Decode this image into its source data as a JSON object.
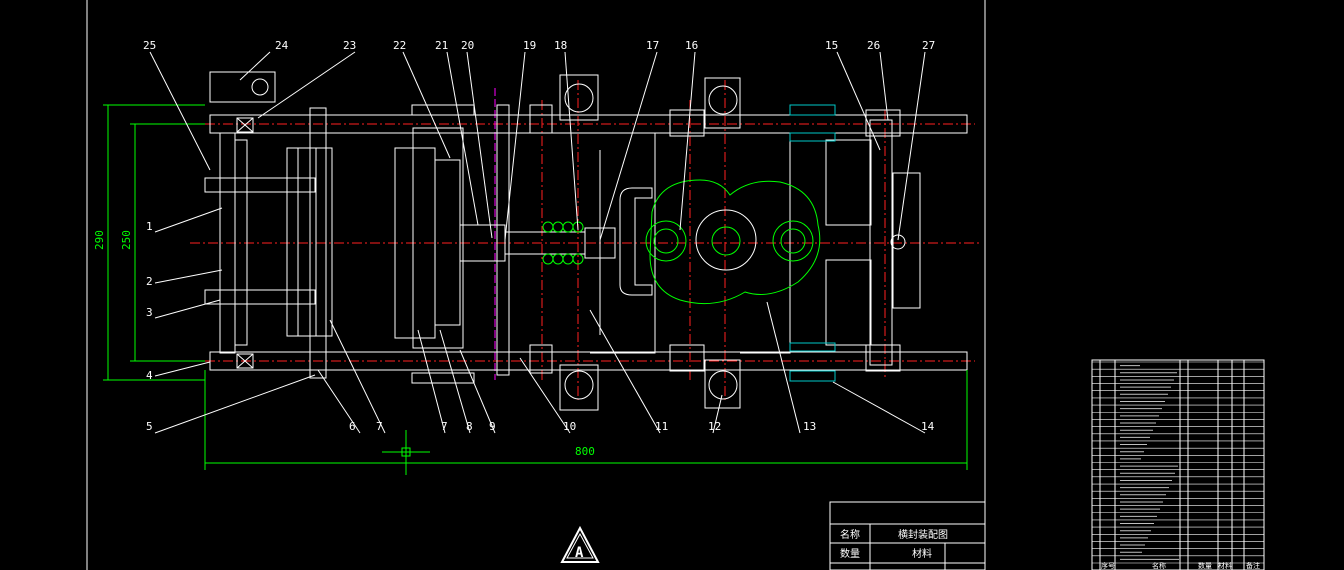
{
  "colors": {
    "background": "#000000",
    "outline": "#ffffff",
    "centerline": "#ff2020",
    "dimension": "#00ff00",
    "hatch": "#00c8c8",
    "gear": "#00ff00",
    "magenta": "#ff00ff",
    "yellow_dot": "#ffff00"
  },
  "drawing": {
    "part_numbers_top": [
      "25",
      "24",
      "23",
      "22",
      "21",
      "20",
      "19",
      "18",
      "17",
      "16",
      "15",
      "26",
      "27"
    ],
    "part_numbers_left": [
      "1",
      "2",
      "3",
      "4",
      "5"
    ],
    "part_numbers_bottom": [
      "6",
      "7",
      "7",
      "8",
      "9",
      "10",
      "11",
      "12",
      "13",
      "14"
    ],
    "dimensions": {
      "total_height": "290",
      "inner_height": "250",
      "total_length": "800"
    },
    "view_marker": "A"
  },
  "title_block": {
    "name_label": "名称",
    "name_value": "横封装配图",
    "qty_label": "数量",
    "material_label": "材料"
  },
  "parts_list": {
    "header_labels": [
      "序号",
      "名称",
      "数量",
      "材料",
      "备注"
    ]
  }
}
